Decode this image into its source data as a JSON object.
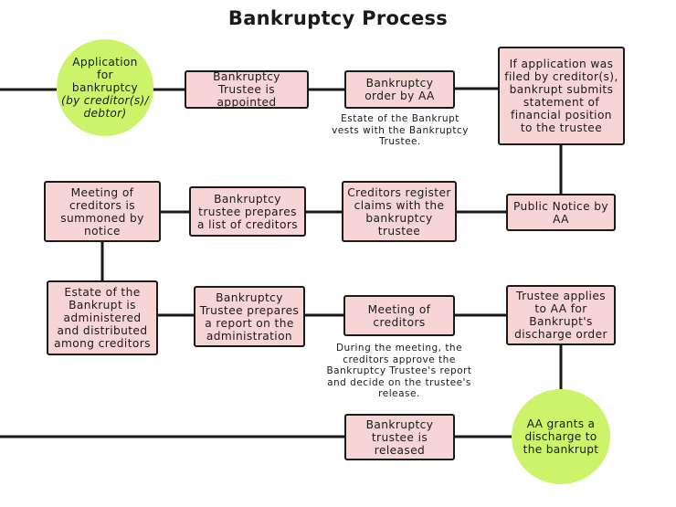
{
  "title": "Bankruptcy Process",
  "nodes": {
    "application": {
      "text": "Application for bankruptcy",
      "italic": "(by creditor(s)/ debtor)"
    },
    "trustee_appointed": "Bankruptcy Trustee is appointed",
    "bankruptcy_order": "Bankruptcy order by AA",
    "statement_financial": "If application was filed by creditor(s), bankrupt submits statement of financial position to the trustee",
    "public_notice": "Public Notice by AA",
    "creditors_register": "Creditors register claims with the bankruptcy trustee",
    "trustee_list": "Bankruptcy trustee prepares a list of creditors",
    "meeting_summoned": "Meeting of creditors is summoned by notice",
    "estate_administered": "Estate of the Bankrupt is administered and distributed among creditors",
    "trustee_report": "Bankruptcy Trustee prepares a report on the administration",
    "meeting_creditors": "Meeting of creditors",
    "trustee_applies": "Trustee applies to AA for Bankrupt's discharge order",
    "aa_grants": "AA grants a discharge to the bankrupt",
    "trustee_released": "Bankruptcy trustee is released"
  },
  "notes": {
    "estate_vests": "Estate of the Bankrupt vests with the Bankruptcy Trustee.",
    "meeting_approve": "During the meeting, the creditors approve the Bankruptcy Trustee's report and decide on the trustee's release."
  },
  "colors": {
    "box_fill": "#f6d5d4",
    "circle_fill": "#ccf36a",
    "line": "#1a1a1a"
  }
}
